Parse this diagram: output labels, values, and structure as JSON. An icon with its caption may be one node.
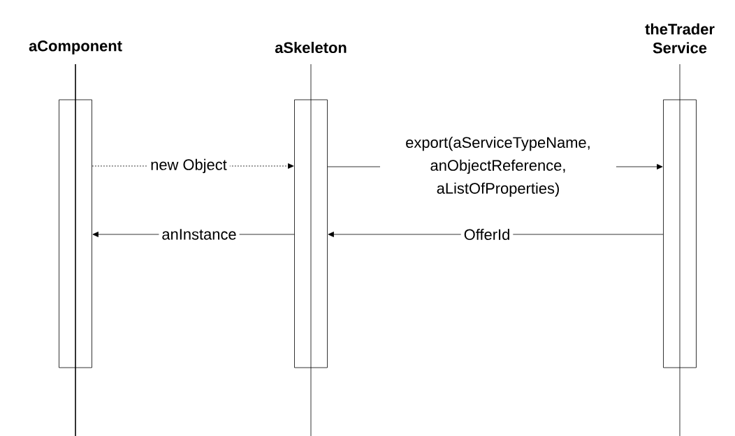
{
  "diagram": {
    "nodes": [
      {
        "text": [
          "aComponent"
        ]
      },
      {
        "text": [
          "aSkeleton"
        ]
      },
      {
        "text": [
          "theTrader Service"
        ]
      },
      {
        "text": [],
        "shape": "bar"
      },
      {
        "text": [],
        "shape": "bar"
      },
      {
        "text": [],
        "shape": "bar"
      }
    ],
    "edges": [
      {
        "from": 3,
        "to": 4,
        "arrow": "to",
        "label": "new Object",
        "style": "dashed"
      },
      {
        "from": 4,
        "to": 5,
        "arrow": "to",
        "label": "export(aServiceTypeName, anObjectReference, aListOfProperties)"
      },
      {
        "from": 5,
        "to": 4,
        "arrow": "to",
        "label": "OfferId"
      },
      {
        "from": 4,
        "to": 3,
        "arrow": "to",
        "label": "anInstance"
      }
    ]
  }
}
